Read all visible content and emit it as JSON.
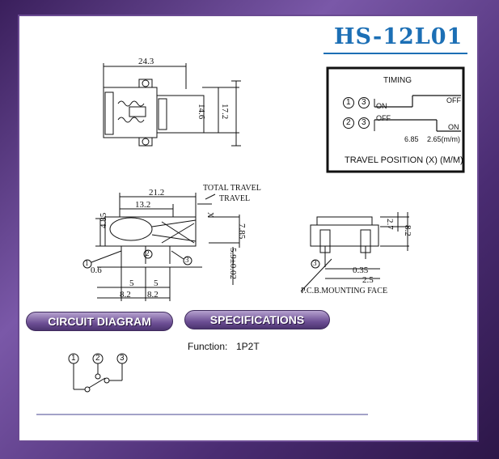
{
  "title": "HS-12L01",
  "timing": {
    "heading": "TIMING",
    "row1_pins": [
      "1",
      "3"
    ],
    "row1_low": "ON",
    "row1_high": "OFF",
    "row2_pins": [
      "2",
      "3"
    ],
    "row2_high": "OFF",
    "row2_low": "ON",
    "tick1": "6.85",
    "tick2": "2.65(m/m)",
    "axis_label": "TRAVEL POSITION (X)  (M/M)"
  },
  "top_view": {
    "width": "24.3",
    "h1": "14.6",
    "h2": "17.2"
  },
  "side_view": {
    "total_travel": "TOTAL TRAVEL",
    "travel": "TRAVEL",
    "w1": "21.2",
    "w2": "13.2",
    "x_label": "X",
    "h_left": "4.85",
    "h_right": "7.85",
    "pin_height": "5.9±0.02",
    "pin_gap": "0.6",
    "p1": "5",
    "p2": "5",
    "b1": "8.2",
    "b2": "8.2",
    "pins": [
      "1",
      "2",
      "3"
    ]
  },
  "end_view": {
    "h1": "2.7",
    "h2": "8.2",
    "d1": "0.35",
    "d2": "2.5",
    "pin": "3",
    "mount_face": "P.C.B.MOUNTING FACE"
  },
  "circuit": {
    "heading": "CIRCUIT DIAGRAM",
    "pins": [
      "1",
      "2",
      "3"
    ]
  },
  "specs": {
    "heading": "SPECIFICATIONS",
    "function_label": "Function:",
    "function_value": "1P2T"
  }
}
